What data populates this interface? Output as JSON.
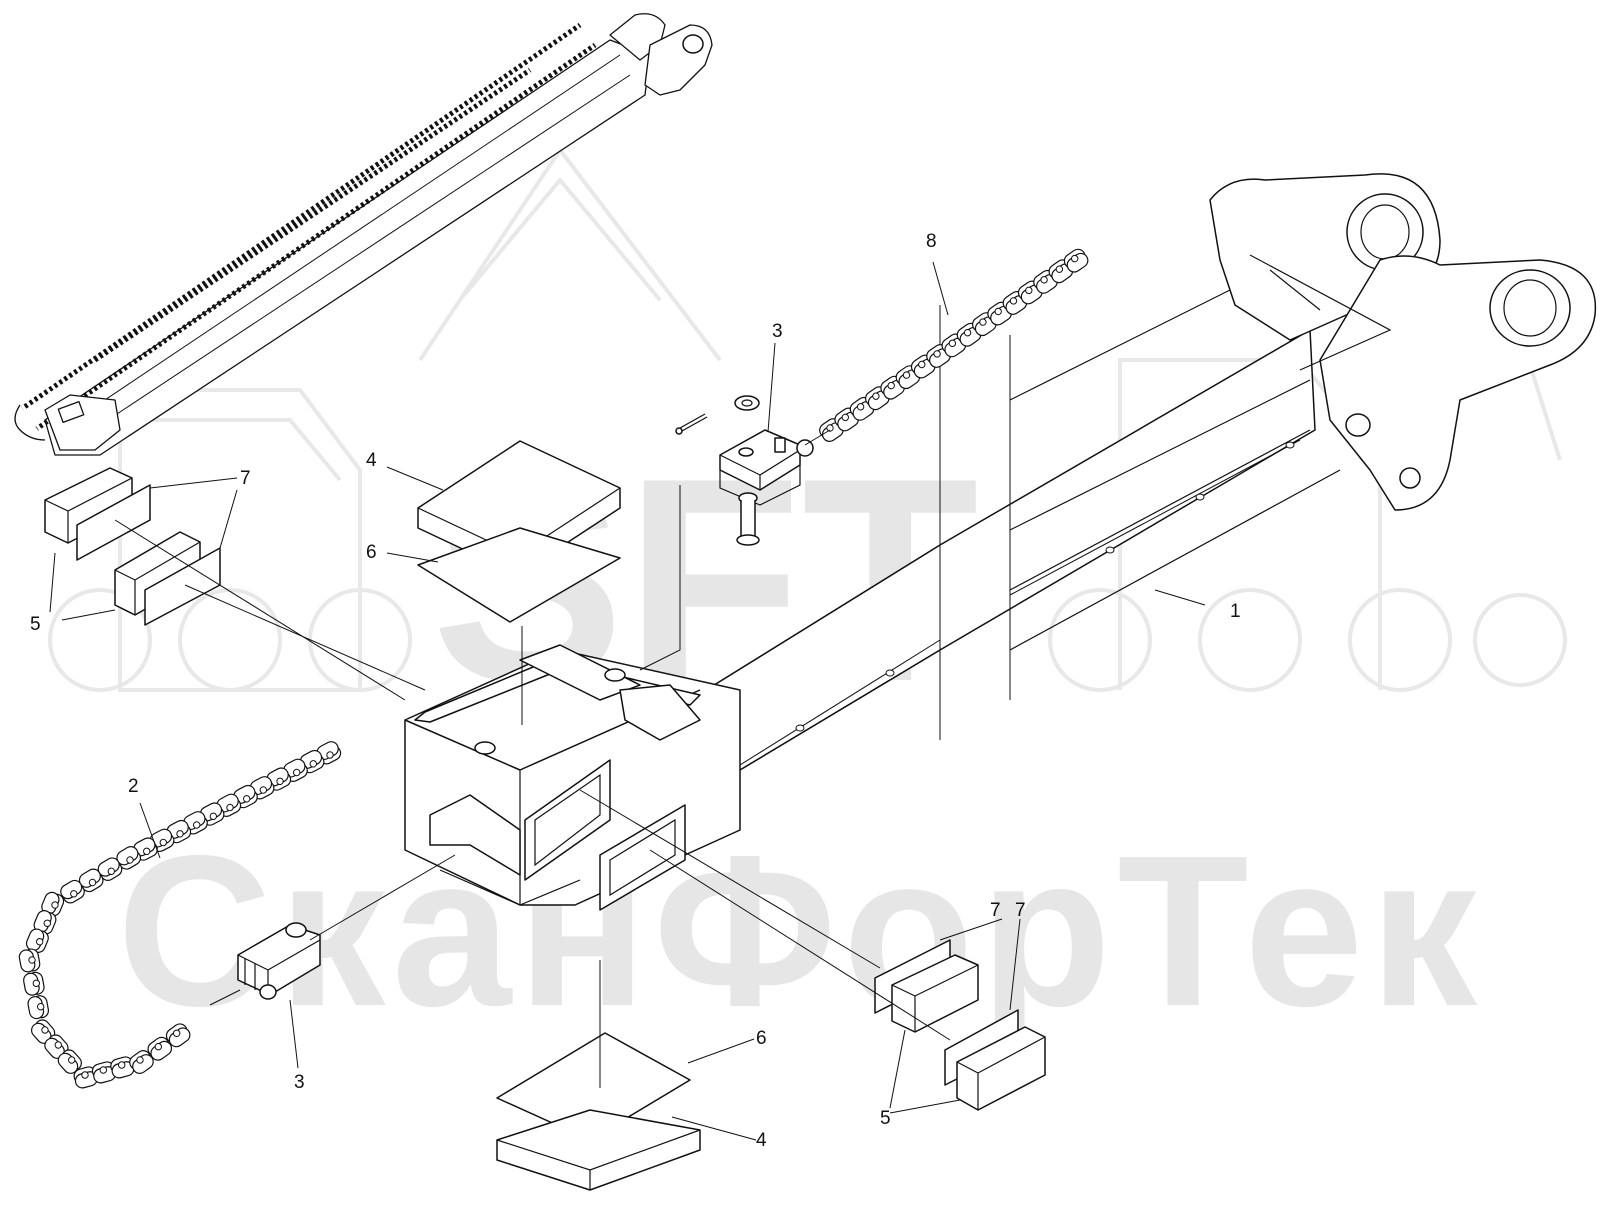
{
  "watermark": {
    "logo_text": "SFT",
    "company_text": "СканФорТек"
  },
  "callouts": [
    {
      "id": "c1",
      "label": "1"
    },
    {
      "id": "c2",
      "label": "2"
    },
    {
      "id": "c3a",
      "label": "3"
    },
    {
      "id": "c3b",
      "label": "3"
    },
    {
      "id": "c4a",
      "label": "4"
    },
    {
      "id": "c4b",
      "label": "4"
    },
    {
      "id": "c5a",
      "label": "5"
    },
    {
      "id": "c5b",
      "label": "5"
    },
    {
      "id": "c6a",
      "label": "6"
    },
    {
      "id": "c6b",
      "label": "6"
    },
    {
      "id": "c7a",
      "label": "7"
    },
    {
      "id": "c7b",
      "label": "7"
    },
    {
      "id": "c7c",
      "label": "7"
    },
    {
      "id": "c8",
      "label": "8"
    }
  ],
  "colors": {
    "line": "#111111",
    "watermark": "#e6e6e6",
    "background": "#ffffff"
  }
}
